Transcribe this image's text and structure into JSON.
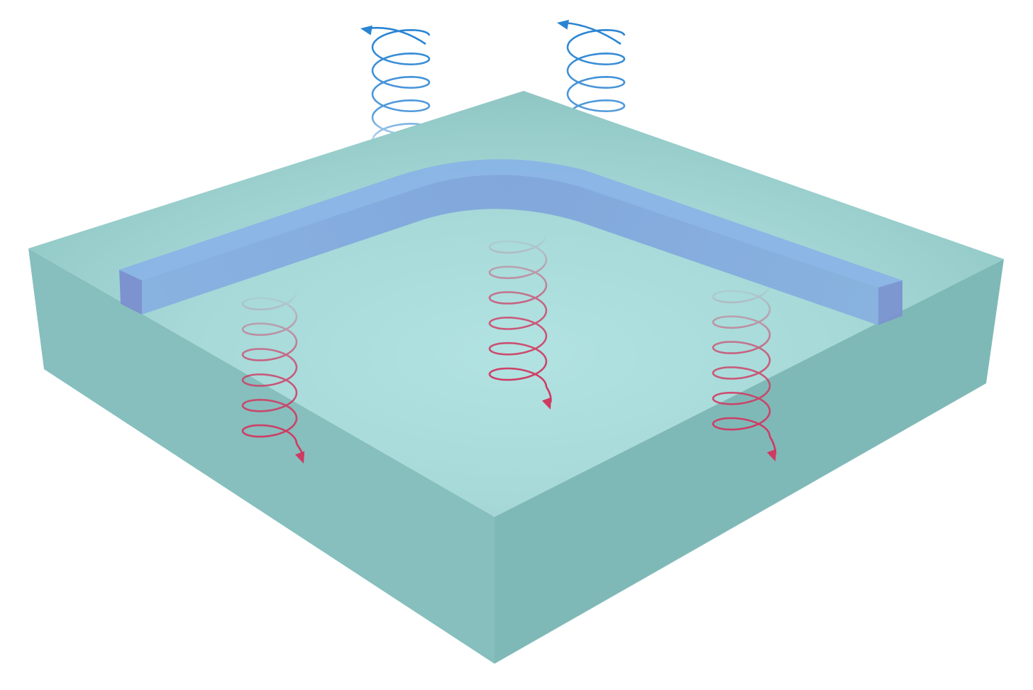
{
  "scene": {
    "colors": {
      "slab_top_outer": "#8ec4c1",
      "slab_top_inner": "#aee0df",
      "slab_left_side": "#86bfbd",
      "slab_right_side": "#80bab8",
      "waveguide": "#7fa6de",
      "waveguide_dark": "#7d95d2",
      "emitted_spiral": "#2a84d2",
      "incident_spiral": "#cf3a62"
    },
    "spirals": {
      "emitted": [
        {
          "name": "emitted-spiral-left",
          "direction": "up"
        },
        {
          "name": "emitted-spiral-right",
          "direction": "up"
        }
      ],
      "incident": [
        {
          "name": "incident-spiral-left",
          "direction": "down"
        },
        {
          "name": "incident-spiral-center",
          "direction": "down"
        },
        {
          "name": "incident-spiral-right",
          "direction": "down"
        }
      ]
    }
  }
}
